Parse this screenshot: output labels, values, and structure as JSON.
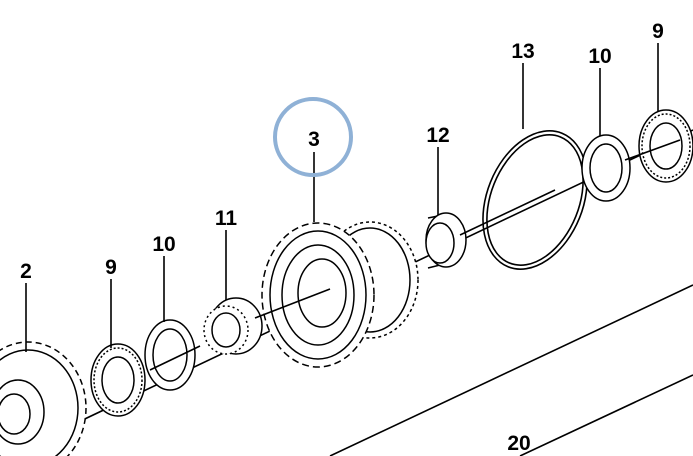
{
  "diagram": {
    "highlight_color": "#8fb1d6",
    "parts": [
      {
        "label": "2"
      },
      {
        "label": "9"
      },
      {
        "label": "10"
      },
      {
        "label": "11"
      },
      {
        "label": "3"
      },
      {
        "label": "12"
      },
      {
        "label": "13"
      },
      {
        "label": "10"
      },
      {
        "label": "9"
      },
      {
        "label": "20"
      }
    ]
  }
}
